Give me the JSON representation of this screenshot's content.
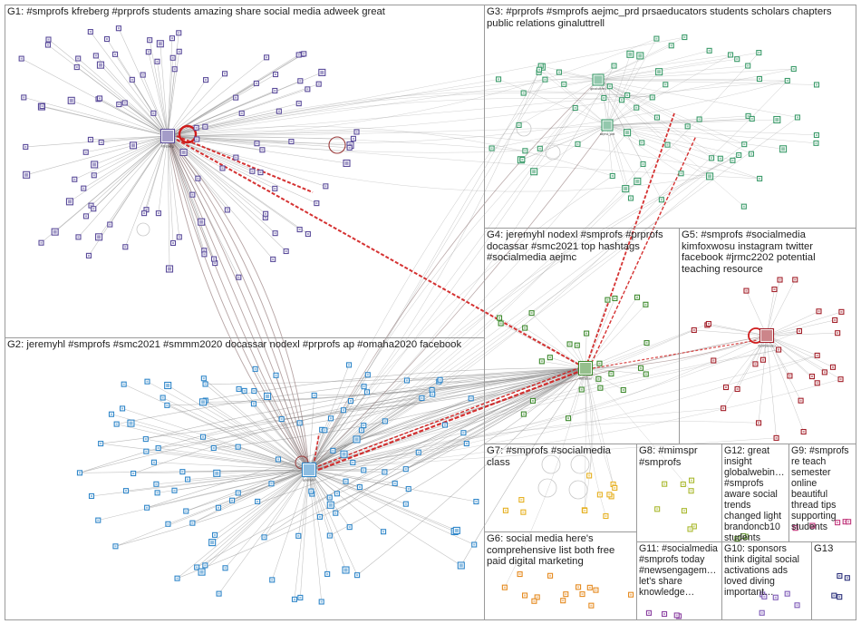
{
  "groups": [
    {
      "id": "G1",
      "label": "G1: #smprofs kfreberg #prprofs students amazing share social media adweek great",
      "color": "#5a4b9a"
    },
    {
      "id": "G2",
      "label": "G2: jeremyhl #smprofs #smc2021 #smmm2020 docassar nodexl #prprofs ap #omaha2020 facebook",
      "color": "#2f86c9"
    },
    {
      "id": "G3",
      "label": "G3: #prprofs #smprofs aejmc_prd prsaeducators students scholars chapters public relations ginaluttrell",
      "color": "#3b9b6a"
    },
    {
      "id": "G4",
      "label": "G4: jeremyhl nodexl #smprofs #prprofs docassar #smc2021 top hashtags #socialmedia aejmc",
      "color": "#3e8a2e"
    },
    {
      "id": "G5",
      "label": "G5: #smprofs #socialmedia kimfoxwosu instagram twitter facebook #jrmc2202 potential teaching resource",
      "color": "#a3202a"
    },
    {
      "id": "G6",
      "label": "G6: social media here's comprehensive list both free paid digital marketing",
      "color": "#e58a1f"
    },
    {
      "id": "G7",
      "label": "G7: #smprofs #socialmedia class",
      "color": "#e6b020"
    },
    {
      "id": "G8",
      "label": "G8: #mimspr #smprofs",
      "color": "#a9b82d"
    },
    {
      "id": "G9",
      "label": "G9: #smprofs re teach semester online beautiful thread tips supporting students",
      "color": "#c0367b"
    },
    {
      "id": "G10",
      "label": "G10: sponsors think digital social activations ads loved diving important…",
      "color": "#7c58b6"
    },
    {
      "id": "G11",
      "label": "G11: #socialmedia #smprofs today #newsengagem… let's share knowledge…",
      "color": "#8a3fa0"
    },
    {
      "id": "G12",
      "label": "G12: great insight globalwebin… #smprofs aware social trends changed light brandoncb10 students",
      "color": "#6a9a3a"
    },
    {
      "id": "G13",
      "label": "G13",
      "color": "#2a2f7a"
    }
  ],
  "hubs": [
    {
      "name": "kfreberg",
      "group": "G1"
    },
    {
      "name": "jeremyhl",
      "group": "G2"
    },
    {
      "name": "docassar",
      "group": "G4"
    },
    {
      "name": "kimfoxwosu",
      "group": "G5"
    },
    {
      "name": "ginaluttrell",
      "group": "G3"
    },
    {
      "name": "aejmc_prd",
      "group": "G3"
    }
  ],
  "colors": {
    "edge_gray": "#8c8c8c",
    "edge_strong": "#7a5a5a",
    "edge_highlight": "#d01c1c"
  }
}
